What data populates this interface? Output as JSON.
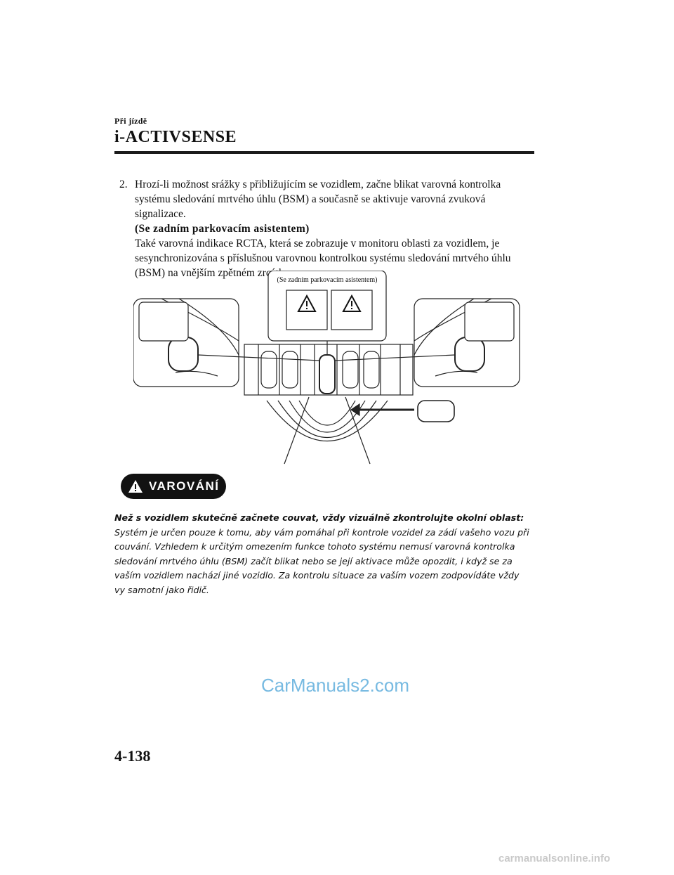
{
  "header": {
    "section_small": "Při jízdě",
    "section_title": "i-ACTIVSENSE"
  },
  "step": {
    "number": "2.",
    "lines": [
      "Hrozí-li možnost srážky s přibližujícím se vozidlem, začne blikat varovná kontrolka",
      "systému sledování mrtvého úhlu (BSM) a současně se aktivuje varovná zvuková",
      "signalizace."
    ],
    "subheading": "(Se zadním parkovacím asistentem)",
    "sub_lines": [
      "Také varovná indikace RCTA, která se zobrazuje v monitoru oblasti za vozidlem, je",
      "sesynchronizována s příslušnou varovnou kontrolkou systému sledování mrtvého úhlu",
      "(BSM) na vnějším zpětném zrcátku."
    ]
  },
  "figure": {
    "monitor_label": "(Se zadním parkovacím asistentem)"
  },
  "warning": {
    "label": "VAROVÁNÍ",
    "lead": "Než s vozidlem skutečně začnete couvat, vždy vizuálně zkontrolujte okolní oblast:",
    "lines": [
      "Systém je určen pouze k tomu, aby vám pomáhal při kontrole vozidel za zádí vašeho vozu při",
      "couvání. Vzhledem k určitým omezením funkce tohoto systému nemusí varovná kontrolka",
      "sledování mrtvého úhlu (BSM) začít blikat nebo se její aktivace může opozdit, i když se za",
      "vaším vozidlem nachází jiné vozidlo. Za kontrolu situace za vaším vozem zodpovídáte vždy",
      "vy samotní jako řidič."
    ]
  },
  "watermark": "CarManuals2.com",
  "page_number": "4-138",
  "footer": "carmanualsonline.info"
}
